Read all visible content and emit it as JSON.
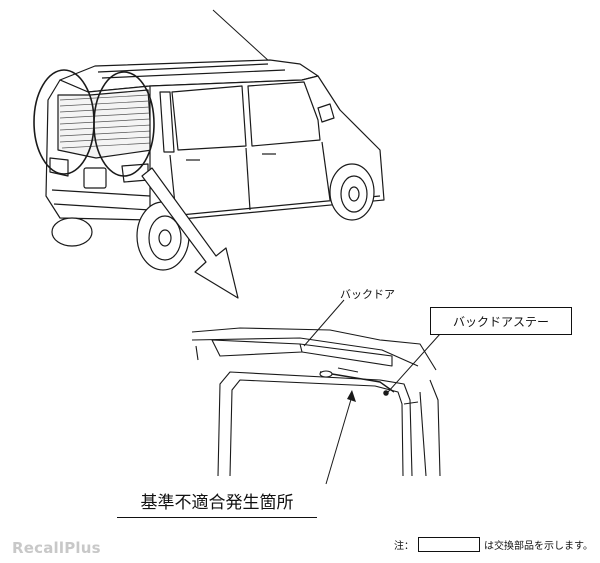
{
  "labels": {
    "back_door": "バックドア",
    "back_door_stay": "バックドアステー",
    "defect_location": "基準不適合発生箇所"
  },
  "note": {
    "prefix": "注：",
    "suffix": "は交換部品を示します。"
  },
  "watermark": "RecallPlus"
}
